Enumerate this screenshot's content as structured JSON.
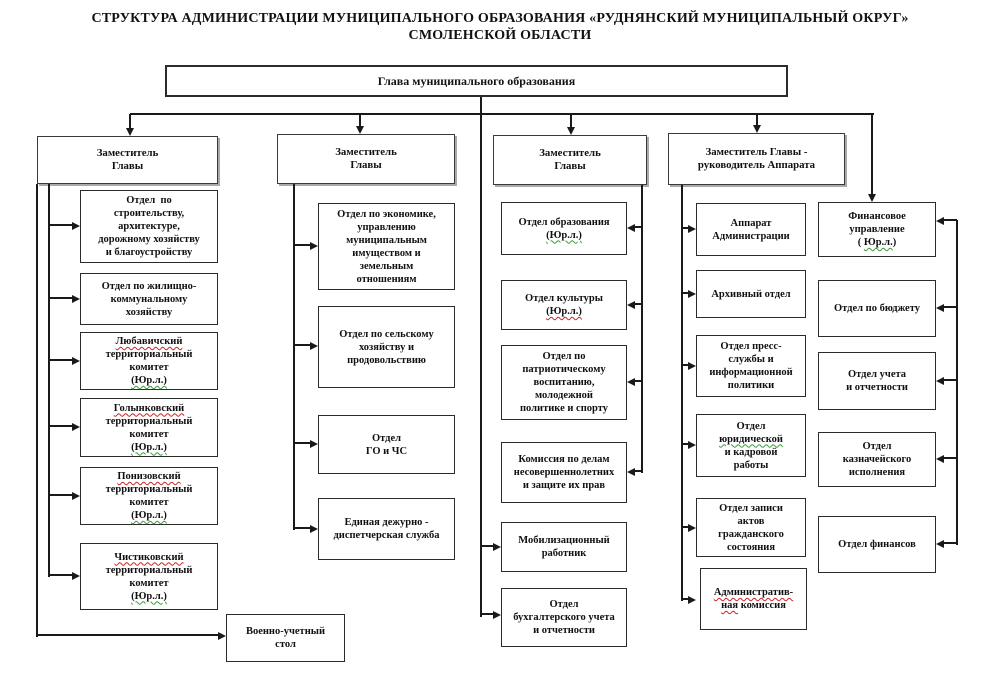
{
  "title": {
    "line1": "СТРУКТУРА АДМИНИСТРАЦИИ МУНИЦИПАЛЬНОГО ОБРАЗОВАНИЯ «РУДНЯНСКИЙ МУНИЦИПАЛЬНЫЙ ОКРУГ»",
    "line2": "СМОЛЕНСКОЙ ОБЛАСТИ"
  },
  "colors": {
    "line": "#1a1a1a",
    "box_border": "#2b2b2b",
    "background": "#ffffff",
    "red_squiggle": "#cc2222",
    "green_squiggle": "#3a9a3a",
    "header_shadow": "#aaaaaa"
  },
  "boxes": [
    {
      "id": "glava",
      "name": "head-of-municipal-formation",
      "segments": [
        {
          "t": "Глава муниципального образования"
        }
      ]
    },
    {
      "id": "d1",
      "name": "deputy-head-1",
      "segments": [
        {
          "t": "Заместитель\nГлавы"
        }
      ]
    },
    {
      "id": "d2",
      "name": "deputy-head-2",
      "segments": [
        {
          "t": "Заместитель\nГлавы"
        }
      ]
    },
    {
      "id": "d3",
      "name": "deputy-head-3",
      "segments": [
        {
          "t": "Заместитель\nГлавы"
        }
      ]
    },
    {
      "id": "d4",
      "name": "deputy-head-apparatus",
      "segments": [
        {
          "t": "Заместитель Главы -\nруководитель Аппарата"
        }
      ]
    },
    {
      "id": "c1_1",
      "name": "construction-architecture-dept",
      "segments": [
        {
          "t": "Отдел  по\nстроительству,\nархитектуре,\nдорожному хозяйству\nи благоустройству"
        }
      ]
    },
    {
      "id": "c1_2",
      "name": "housing-communal-dept",
      "segments": [
        {
          "t": "Отдел по жилищно-\nкоммунальному\nхозяйству"
        }
      ]
    },
    {
      "id": "c1_3",
      "name": "lyubavichsky-committee",
      "segments": [
        {
          "t": "Любавичский",
          "m": "red"
        },
        {
          "t": "\nтерриториальный\nкомитет\n"
        },
        {
          "t": "(Юр.л.)",
          "m": "green"
        }
      ]
    },
    {
      "id": "c1_4",
      "name": "golynkovsky-committee",
      "segments": [
        {
          "t": "Голынковский",
          "m": "red"
        },
        {
          "t": "\nтерриториальный\nкомитет\n"
        },
        {
          "t": "(Юр.л.)",
          "m": "green"
        }
      ]
    },
    {
      "id": "c1_5",
      "name": "ponizovsky-committee",
      "segments": [
        {
          "t": "Понизовский",
          "m": "red"
        },
        {
          "t": "\nтерриториальный\nкомитет\n"
        },
        {
          "t": "(Юр.л.)",
          "m": "green"
        }
      ]
    },
    {
      "id": "c1_6",
      "name": "chistikovsky-committee",
      "segments": [
        {
          "t": "Чистиковский",
          "m": "red"
        },
        {
          "t": "\nтерриториальный\nкомитет\n"
        },
        {
          "t": "(Юр.л.)",
          "m": "green"
        }
      ]
    },
    {
      "id": "mil",
      "name": "military-registration-desk",
      "segments": [
        {
          "t": "Военно-учетный\nстол"
        }
      ]
    },
    {
      "id": "c2_1",
      "name": "economy-property-land-dept",
      "segments": [
        {
          "t": "Отдел по экономике,\nуправлению\nмуниципальным\nимуществом и\nземельным\nотношениям"
        }
      ]
    },
    {
      "id": "c2_2",
      "name": "agriculture-food-dept",
      "segments": [
        {
          "t": "Отдел по сельскому\nхозяйству и\nпродовольствию"
        }
      ]
    },
    {
      "id": "c2_3",
      "name": "civil-defense-dept",
      "segments": [
        {
          "t": "Отдел\nГО и ЧС"
        }
      ]
    },
    {
      "id": "c2_4",
      "name": "unified-dispatch-service",
      "segments": [
        {
          "t": "Единая дежурно -\nдиспетчерская служба"
        }
      ]
    },
    {
      "id": "c3_1",
      "name": "education-dept",
      "segments": [
        {
          "t": "Отдел образования\n"
        },
        {
          "t": "(Юр.л.)",
          "m": "green"
        }
      ]
    },
    {
      "id": "c3_2",
      "name": "culture-dept",
      "segments": [
        {
          "t": "Отдел культуры\n"
        },
        {
          "t": "(Юр.л.)",
          "m": "red"
        }
      ]
    },
    {
      "id": "c3_3",
      "name": "patriotic-youth-sport-dept",
      "segments": [
        {
          "t": "Отдел по\nпатриотическому\nвоспитанию,\nмолодежной\nполитике и спорту"
        }
      ]
    },
    {
      "id": "c3_4",
      "name": "minors-commission",
      "segments": [
        {
          "t": "Комиссия по делам\nнесовершеннолетних\nи защите их прав"
        }
      ]
    },
    {
      "id": "c3_5",
      "name": "mobilization-officer",
      "segments": [
        {
          "t": "Мобилизационный\nработник"
        }
      ]
    },
    {
      "id": "c3_6",
      "name": "accounting-reporting-dept",
      "segments": [
        {
          "t": "Отдел\nбухгалтерского учета\nи отчетности"
        }
      ]
    },
    {
      "id": "c4_1",
      "name": "administration-apparatus",
      "segments": [
        {
          "t": "Аппарат\nАдминистрации"
        }
      ]
    },
    {
      "id": "c4_2",
      "name": "archive-dept",
      "segments": [
        {
          "t": "Архивный отдел"
        }
      ]
    },
    {
      "id": "c4_3",
      "name": "press-information-dept",
      "segments": [
        {
          "t": "Отдел пресс-\nслужбы и\nинформационной\nполитики"
        }
      ]
    },
    {
      "id": "c4_4",
      "name": "legal-hr-dept",
      "segments": [
        {
          "t": "Отдел\n"
        },
        {
          "t": "юридической",
          "m": "green"
        },
        {
          "t": "\nи кадровой\nработы"
        }
      ]
    },
    {
      "id": "c4_5",
      "name": "civil-registry-dept",
      "segments": [
        {
          "t": "Отдел записи\nактов\nгражданского\nсостояния"
        }
      ]
    },
    {
      "id": "c4_6",
      "name": "administrative-commission",
      "segments": [
        {
          "t": "Административ-",
          "m": "red"
        },
        {
          "t": "\n"
        },
        {
          "t": "ная",
          "m": "red"
        },
        {
          "t": " комиссия"
        }
      ]
    },
    {
      "id": "fin",
      "name": "finance-directorate",
      "segments": [
        {
          "t": "Финансовое\nуправление\n( "
        },
        {
          "t": "Юр.л.",
          "m": "green"
        },
        {
          "t": ")"
        }
      ]
    },
    {
      "id": "c5_1",
      "name": "budget-dept",
      "segments": [
        {
          "t": "Отдел по бюджету"
        }
      ]
    },
    {
      "id": "c5_2",
      "name": "accounting-dept",
      "segments": [
        {
          "t": "Отдел учета\nи отчетности"
        }
      ]
    },
    {
      "id": "c5_3",
      "name": "treasury-execution-dept",
      "segments": [
        {
          "t": "Отдел\nказначейского\nисполнения"
        }
      ]
    },
    {
      "id": "c5_4",
      "name": "finance-dept",
      "segments": [
        {
          "t": "Отдел финансов"
        }
      ]
    }
  ]
}
